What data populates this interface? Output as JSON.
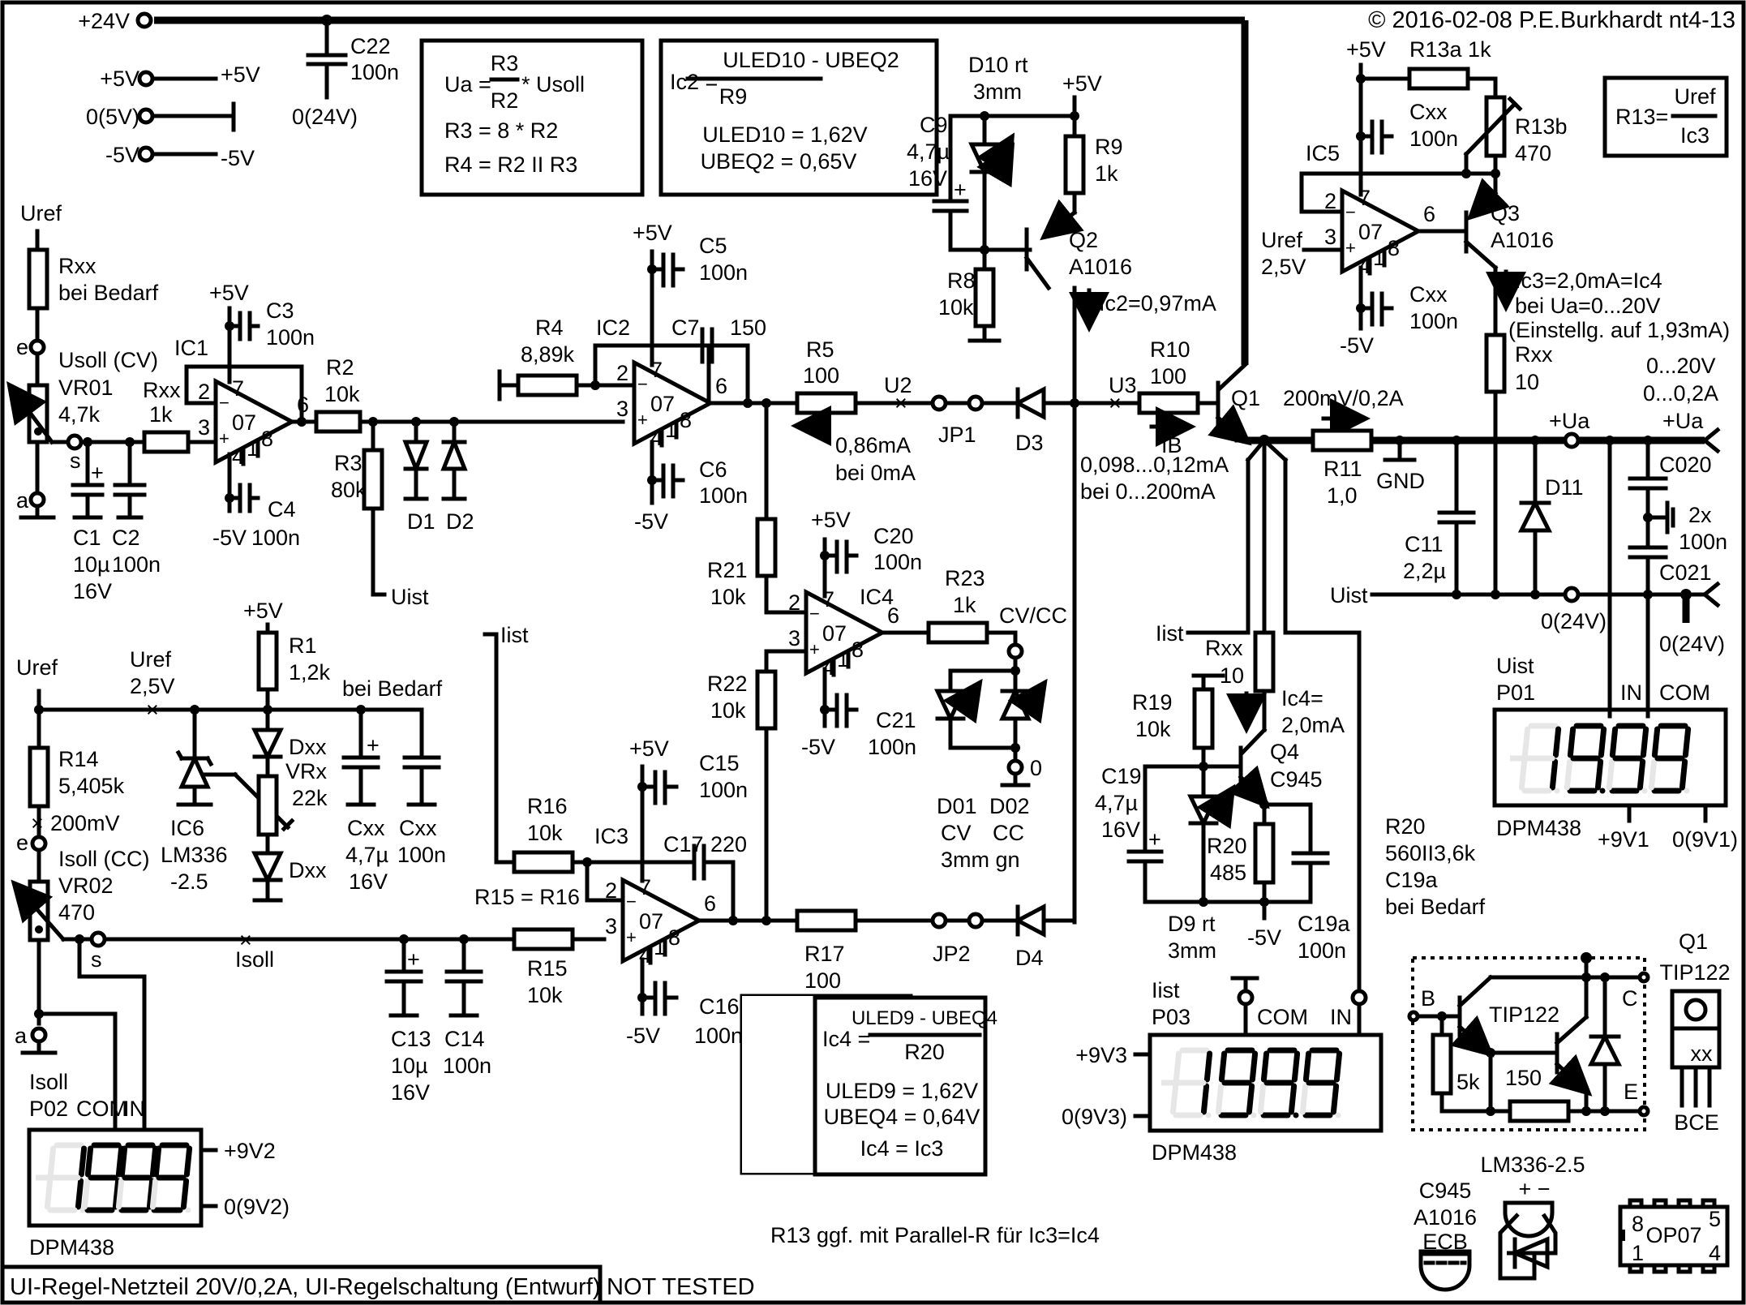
{
  "title_block": {
    "copyright": "© 2016-02-08 P.E.Burkhardt nt4-13",
    "title": "UI-Regel-Netzteil 20V/0,2A, UI-Regelschaltung (Entwurf)",
    "status": "NOT  TESTED"
  },
  "supply": {
    "v24": "+24V",
    "v5p": "+5V",
    "v5p_out": "+5V",
    "gnd5": "0(5V)",
    "v5n": "-5V",
    "v5n_out": "-5V",
    "c22_name": "C22",
    "c22_val": "100n",
    "gnd24": "0(24V)"
  },
  "formula_ua": {
    "lhs": "Ua =",
    "num": "R3",
    "den": "R2",
    "rhs": "* Usoll",
    "line2": "R3 = 8 * R2",
    "line3": "R4 = R2 II R3"
  },
  "formula_ic2": {
    "lhs": "Ic2 =",
    "num": "ULED10 - UBEQ2",
    "den": "R9",
    "line2": "ULED10 = 1,62V",
    "line3": "UBEQ2 = 0,65V"
  },
  "formula_r13": {
    "lhs": "R13=",
    "num": "Uref",
    "den": "Ic3"
  },
  "formula_ic4": {
    "lhs": "Ic4 =",
    "num": "ULED9 - UBEQ4",
    "den": "R20",
    "line2": "ULED9 = 1,62V",
    "line3": "UBEQ4 = 0,64V",
    "line4": "Ic4 = Ic3"
  },
  "note_r13": "R13 ggf. mit Parallel-R für Ic3=Ic4",
  "cv_section": {
    "uref": "Uref",
    "rxx_top": "Rxx",
    "rxx_top_note": "bei Bedarf",
    "pin_e": "e",
    "pin_s": "s",
    "pin_a": "a",
    "vr01_label": "Usoll (CV)",
    "vr01_name": "VR01",
    "vr01_val": "4,7k",
    "c1_name": "C1",
    "c1_val": "10µ",
    "c1_volt": "16V",
    "c2_name": "C2",
    "c2_val": "100n",
    "rxx_in": "Rxx",
    "rxx_in_val": "1k",
    "ic1": "IC1",
    "c3_name": "C3",
    "c3_val": "100n",
    "c4_name": "C4",
    "c4_val": "100n",
    "r2_name": "R2",
    "r2_val": "10k",
    "r3_name": "R3",
    "r3_val": "80k",
    "r4_name": "R4",
    "r4_val": "8,89k",
    "d1": "D1",
    "d2": "D2",
    "uist": "Uist",
    "iist": "Iist"
  },
  "ic2_section": {
    "ic2": "IC2",
    "c5_name": "C5",
    "c5_val": "100n",
    "c6_name": "C6",
    "c6_val": "100n",
    "c7_name": "C7",
    "c7_val": "150",
    "r5_name": "R5",
    "r5_val": "100",
    "u2": "U2",
    "jp1": "JP1",
    "d3": "D3",
    "current_note": "0,86mA",
    "current_note2": "bei 0mA"
  },
  "q2_section": {
    "d10_name": "D10 rt",
    "d10_size": "3mm",
    "c9_name": "C9",
    "c9_val": "4,7µ",
    "c9_volt": "16V",
    "r9_name": "R9",
    "r9_val": "1k",
    "r8_name": "R8",
    "r8_val": "10k",
    "q2_name": "Q2",
    "q2_type": "A1016",
    "ic2_current": "Ic2=0,97mA"
  },
  "q1_section": {
    "u3": "U3",
    "r10_name": "R10",
    "r10_val": "100",
    "ib": "IB",
    "ib_range": "0,098...0,12mA",
    "ib_cond": "bei 0...200mA",
    "q1": "Q1",
    "r11_name": "R11",
    "r11_val": "1,0",
    "r11_scale": "200mV/0,2A",
    "gnd": "GND"
  },
  "ic5_section": {
    "ic5": "IC5",
    "r13a": "R13a  1k",
    "r13b_name": "R13b",
    "r13b_val": "470",
    "cxx1_name": "Cxx",
    "cxx1_val": "100n",
    "cxx2_name": "Cxx",
    "cxx2_val": "100n",
    "uref": "Uref",
    "uref_val": "2,5V",
    "q3_name": "Q3",
    "q3_type": "A1016",
    "ic3_note1": "Ic3=2,0mA=Ic4",
    "ic3_note2": "bei Ua=0...20V",
    "ic3_note3": "(Einstellg. auf 1,93mA)",
    "rxx_name": "Rxx",
    "rxx_val": "10"
  },
  "output_section": {
    "range_v": "0...20V",
    "range_a": "0...0,2A",
    "ua1": "+Ua",
    "ua2": "+Ua",
    "c11_name": "C11",
    "c11_val": "2,2µ",
    "d11": "D11",
    "c020": "C020",
    "c021": "C021",
    "c0_count": "2x",
    "c0_val": "100n",
    "uist": "Uist",
    "gnd24a": "0(24V)",
    "gnd24b": "0(24V)"
  },
  "ic4_section": {
    "ic4": "IC4",
    "r21_name": "R21",
    "r21_val": "10k",
    "r22_name": "R22",
    "r22_val": "10k",
    "c20_name": "C20",
    "c20_val": "100n",
    "c21_name": "C21",
    "c21_val": "100n",
    "r23_name": "R23",
    "r23_val": "1k",
    "cvcc": "CV/CC",
    "zero": "0",
    "d01_name": "D01",
    "d01_mode": "CV",
    "d02_name": "D02",
    "d02_mode": "CC",
    "led_type": "3mm gn"
  },
  "cc_section": {
    "uref": "Uref",
    "uref_node": "Uref",
    "uref_val": "2,5V",
    "r1_name": "R1",
    "r1_val": "1,2k",
    "bei_bedarf": "bei Bedarf",
    "dxx1": "Dxx",
    "dxx2": "Dxx",
    "vrx_name": "VRx",
    "vrx_val": "22k",
    "ic6_name": "IC6",
    "ic6_type": "LM336",
    "ic6_volt": "-2.5",
    "cxx_a_name": "Cxx",
    "cxx_a_val": "4,7µ",
    "cxx_a_volt": "16V",
    "cxx_b_name": "Cxx",
    "cxx_b_val": "100n",
    "r14_name": "R14",
    "r14_val": "5,405k",
    "mv200": "200mV",
    "pin_e": "e",
    "pin_s": "s",
    "pin_a": "a",
    "vr02_label": "Isoll (CC)",
    "vr02_name": "VR02",
    "vr02_val": "470",
    "isoll": "Isoll",
    "c13_name": "C13",
    "c13_val": "10µ",
    "c13_volt": "16V",
    "c14_name": "C14",
    "c14_val": "100n",
    "r15_name": "R15",
    "r15_val": "10k",
    "r16_name": "R16",
    "r16_val": "10k",
    "r15_eq": "R15 =  R16",
    "ic3": "IC3",
    "c15_name": "C15",
    "c15_val": "100n",
    "c16_name": "C16",
    "c16_val": "100n",
    "c17_name": "C17",
    "c17_val": "220",
    "r17_name": "R17",
    "r17_val": "100",
    "jp2": "JP2",
    "d4": "D4"
  },
  "q4_section": {
    "iist": "Iist",
    "rxx_name": "Rxx",
    "rxx_val": "10",
    "ic4_note1": "Ic4=",
    "ic4_note2": "2,0mA",
    "r19_name": "R19",
    "r19_val": "10k",
    "q4_name": "Q4",
    "q4_type": "C945",
    "c19_name": "C19",
    "c19_val": "4,7µ",
    "c19_volt": "16V",
    "r20_name": "R20",
    "r20_val": "485",
    "d9_name": "D9 rt",
    "d9_size": "3mm",
    "c19a_name": "C19a",
    "c19a_val": "100n",
    "v5n": "-5V",
    "r20_note1": "R20",
    "r20_note2": "560II3,6k",
    "r20_note3": "C19a",
    "r20_note4": "bei Bedarf"
  },
  "opamp_pins": {
    "p2": "2",
    "p3": "3",
    "p4": "4",
    "p6": "6",
    "p7": "7",
    "p1": "1",
    "p8": "8",
    "type": "07",
    "v5p": "+5V",
    "v5n": "-5V"
  },
  "meters": [
    {
      "label": "Isoll",
      "id": "P02",
      "com": "COM",
      "in": "IN",
      "model": "DPM438",
      "supply_p": "+9V2",
      "supply_n": "0(9V2)",
      "reading": "199.9"
    },
    {
      "label": "Iist",
      "id": "P03",
      "com": "COM",
      "in": "IN",
      "model": "DPM438",
      "supply_p": "+9V3",
      "supply_n": "0(9V3)",
      "reading": "199.9"
    },
    {
      "label": "Uist",
      "id": "P01",
      "com": "COM",
      "in": "IN",
      "model": "DPM438",
      "supply_p": "+9V1",
      "supply_n": "0(9V1)",
      "reading": "19.99"
    }
  ],
  "pinouts": {
    "tip122_title_q": "Q1",
    "tip122_title": "TIP122",
    "tip122_inner": "TIP122",
    "tip122_b": "B",
    "tip122_c": "C",
    "tip122_e": "E",
    "tip122_r1": "5k",
    "tip122_r2": "150",
    "to220_mark": "xx",
    "to220_pins": "BCE",
    "to92_names1": "C945",
    "to92_names2": "A1016",
    "to92_pins": "ECB",
    "lm336_title": "LM336-2.5",
    "lm336_pins": "+ −",
    "op07_name": "OP07",
    "op07_p8": "8",
    "op07_p1": "1",
    "op07_p5": "5",
    "op07_p4": "4"
  }
}
